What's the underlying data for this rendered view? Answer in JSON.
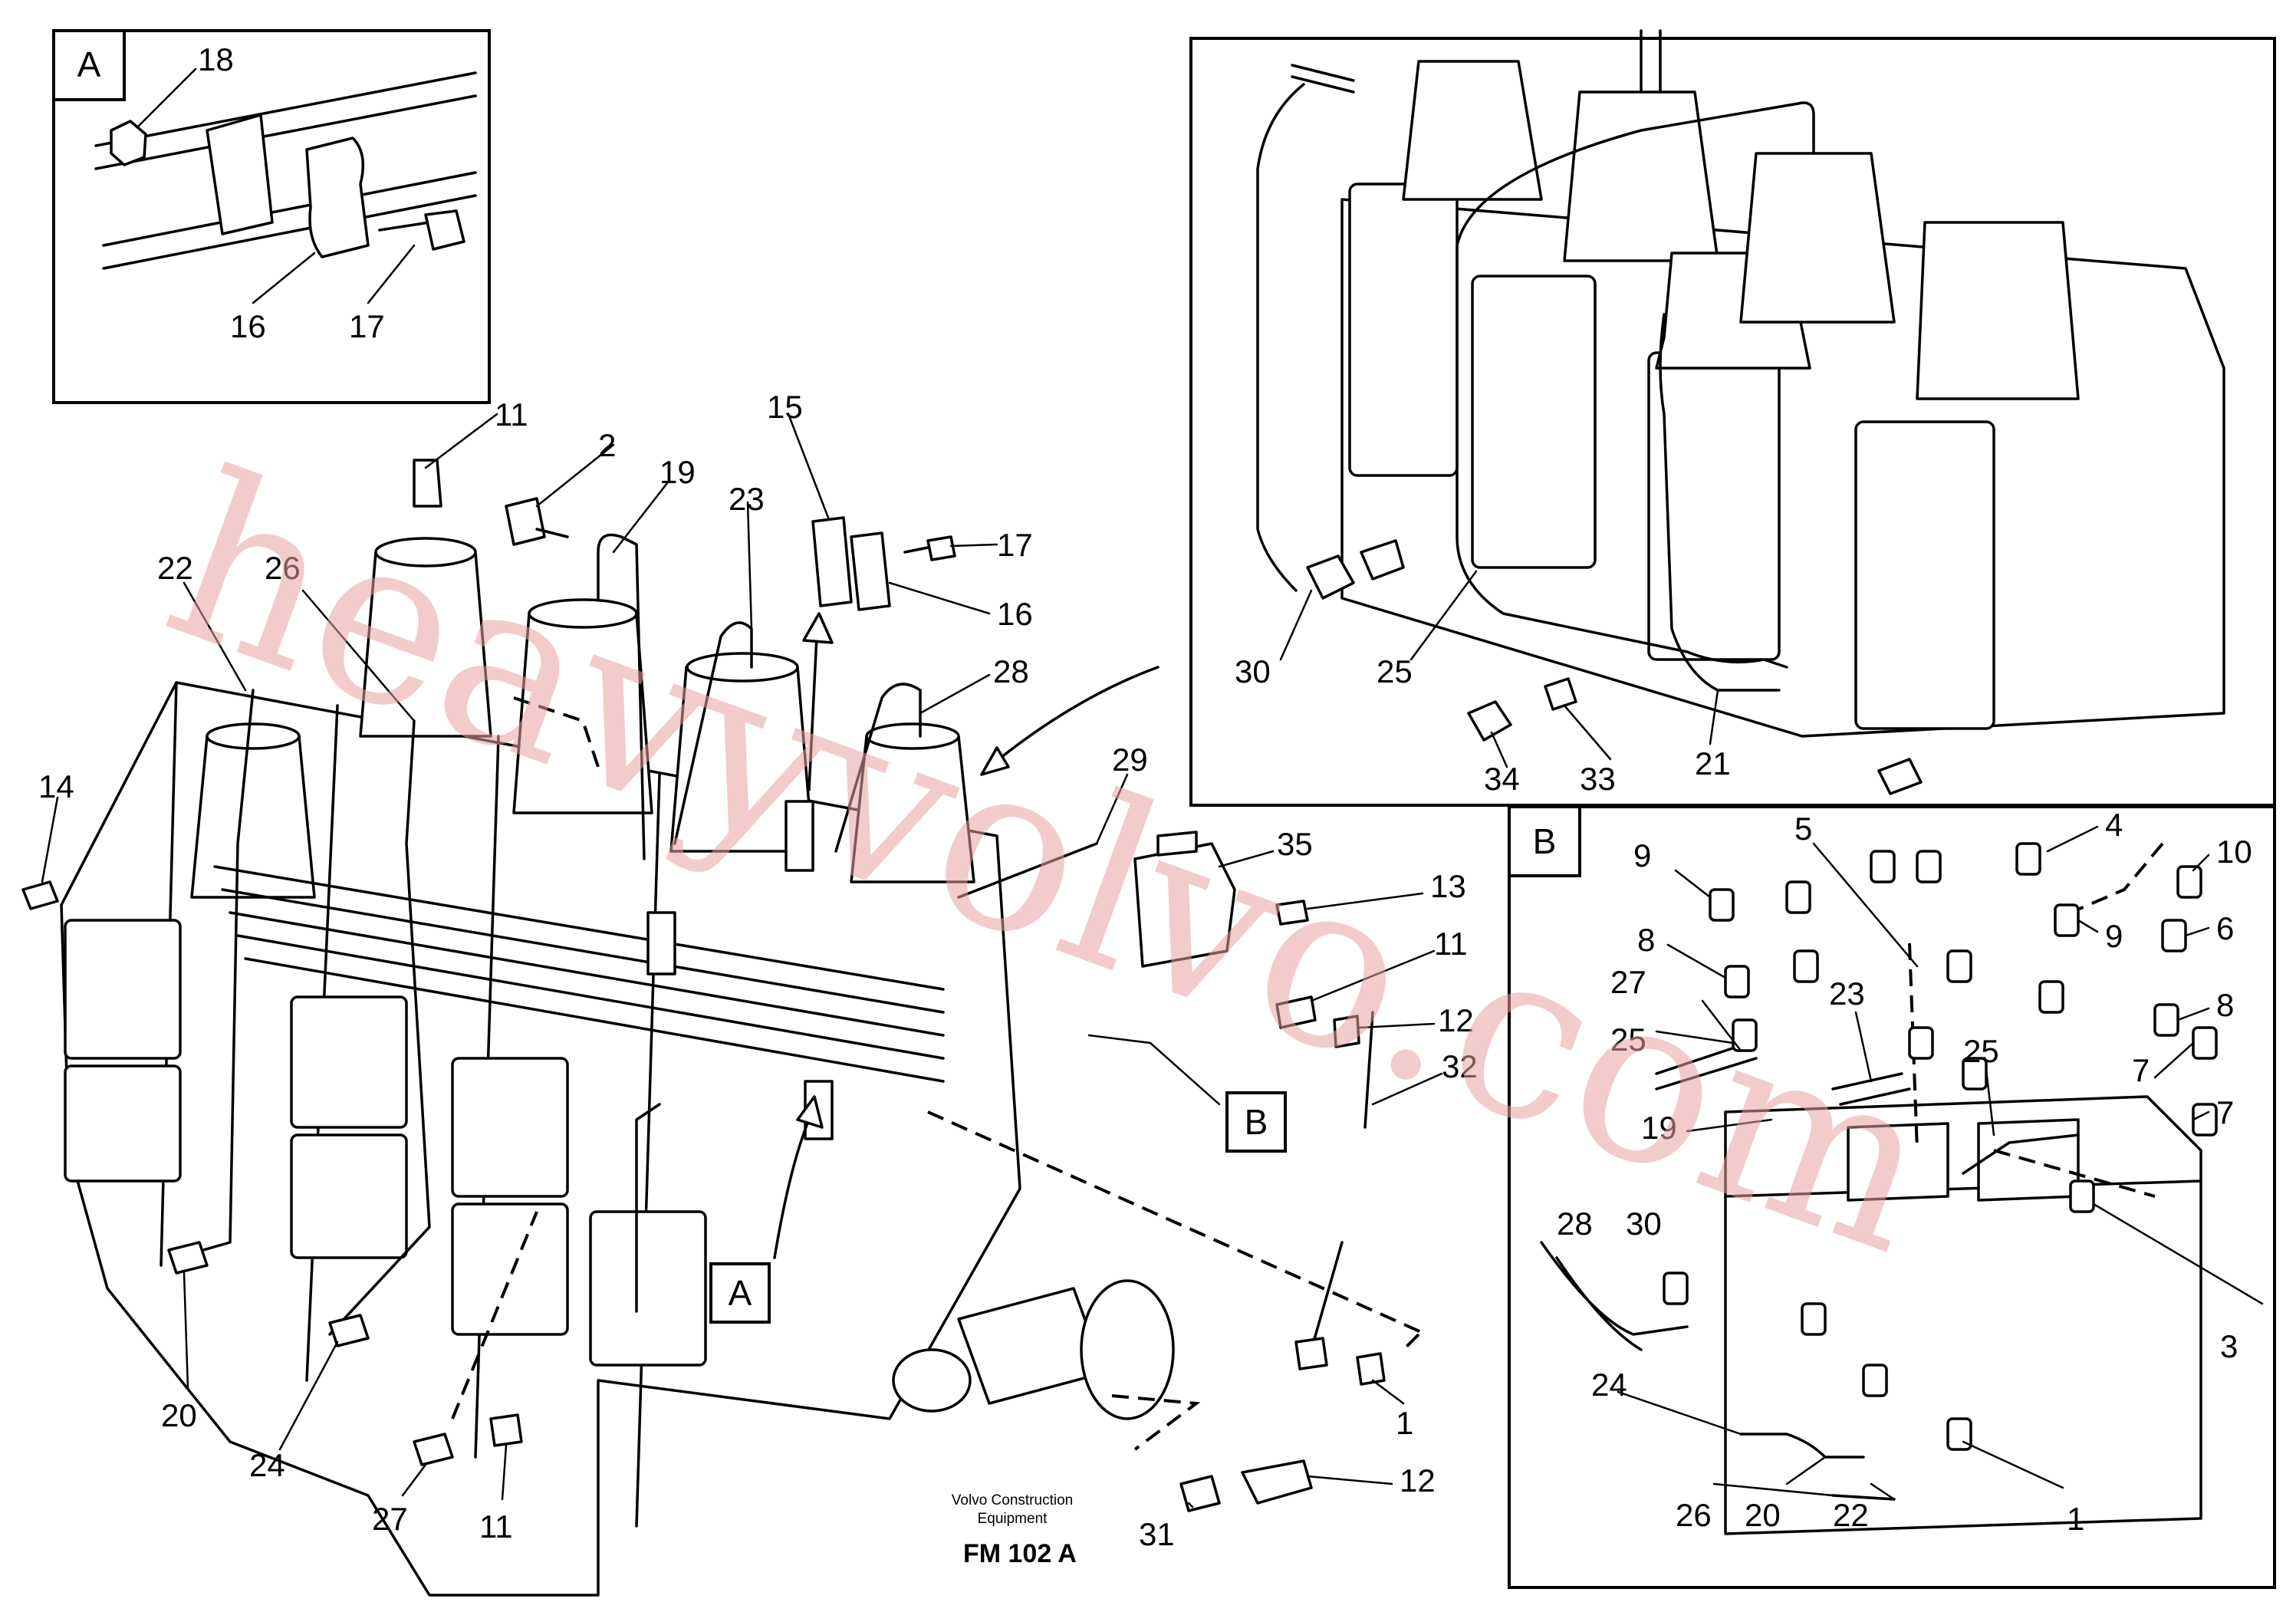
{
  "callouts_main": [
    {
      "id": "c-11a",
      "text": "11"
    },
    {
      "id": "c-2",
      "text": "2"
    },
    {
      "id": "c-19",
      "text": "19"
    },
    {
      "id": "c-23",
      "text": "23"
    },
    {
      "id": "c-15",
      "text": "15"
    },
    {
      "id": "c-17",
      "text": "17"
    },
    {
      "id": "c-16",
      "text": "16"
    },
    {
      "id": "c-22",
      "text": "22"
    },
    {
      "id": "c-26",
      "text": "26"
    },
    {
      "id": "c-28",
      "text": "28"
    },
    {
      "id": "c-14",
      "text": "14"
    },
    {
      "id": "c-29",
      "text": "29"
    },
    {
      "id": "c-35",
      "text": "35"
    },
    {
      "id": "c-13",
      "text": "13"
    },
    {
      "id": "c-11b",
      "text": "11"
    },
    {
      "id": "c-12a",
      "text": "12"
    },
    {
      "id": "c-32",
      "text": "32"
    },
    {
      "id": "c-20",
      "text": "20"
    },
    {
      "id": "c-24",
      "text": "24"
    },
    {
      "id": "c-27",
      "text": "27"
    },
    {
      "id": "c-11c",
      "text": "11"
    },
    {
      "id": "c-31",
      "text": "31"
    },
    {
      "id": "c-12b",
      "text": "12"
    },
    {
      "id": "c-1",
      "text": "1"
    }
  ],
  "callouts_detail_a": [
    {
      "id": "a-18",
      "text": "18"
    },
    {
      "id": "a-16",
      "text": "16"
    },
    {
      "id": "a-17",
      "text": "17"
    }
  ],
  "callouts_top_right": [
    {
      "id": "t-30",
      "text": "30"
    },
    {
      "id": "t-25",
      "text": "25"
    },
    {
      "id": "t-34",
      "text": "34"
    },
    {
      "id": "t-33",
      "text": "33"
    },
    {
      "id": "t-21",
      "text": "21"
    }
  ],
  "callouts_detail_b": [
    {
      "id": "b-9a",
      "text": "9"
    },
    {
      "id": "b-5",
      "text": "5"
    },
    {
      "id": "b-4",
      "text": "4"
    },
    {
      "id": "b-10",
      "text": "10"
    },
    {
      "id": "b-6",
      "text": "6"
    },
    {
      "id": "b-8a",
      "text": "8"
    },
    {
      "id": "b-9b",
      "text": "9"
    },
    {
      "id": "b-27",
      "text": "27"
    },
    {
      "id": "b-23",
      "text": "23"
    },
    {
      "id": "b-8b",
      "text": "8"
    },
    {
      "id": "b-25a",
      "text": "25"
    },
    {
      "id": "b-25b",
      "text": "25"
    },
    {
      "id": "b-7a",
      "text": "7"
    },
    {
      "id": "b-7b",
      "text": "7"
    },
    {
      "id": "b-19",
      "text": "19"
    },
    {
      "id": "b-28",
      "text": "28"
    },
    {
      "id": "b-30",
      "text": "30"
    },
    {
      "id": "b-3",
      "text": "3"
    },
    {
      "id": "b-24",
      "text": "24"
    },
    {
      "id": "b-26",
      "text": "26"
    },
    {
      "id": "b-20",
      "text": "20"
    },
    {
      "id": "b-22",
      "text": "22"
    },
    {
      "id": "b-1",
      "text": "1"
    }
  ],
  "detail_labels": {
    "a_box": "A",
    "b_box": "B",
    "a_pointer": "A",
    "b_pointer": "B"
  },
  "caption": {
    "line1": "Volvo Construction",
    "line2": "Equipment",
    "figure_code": "FM 102 A"
  },
  "watermark": "heavyvolvo.com",
  "colors": {
    "ink": "#000000",
    "paper": "#ffffff",
    "watermark": "#e8a0a0"
  }
}
